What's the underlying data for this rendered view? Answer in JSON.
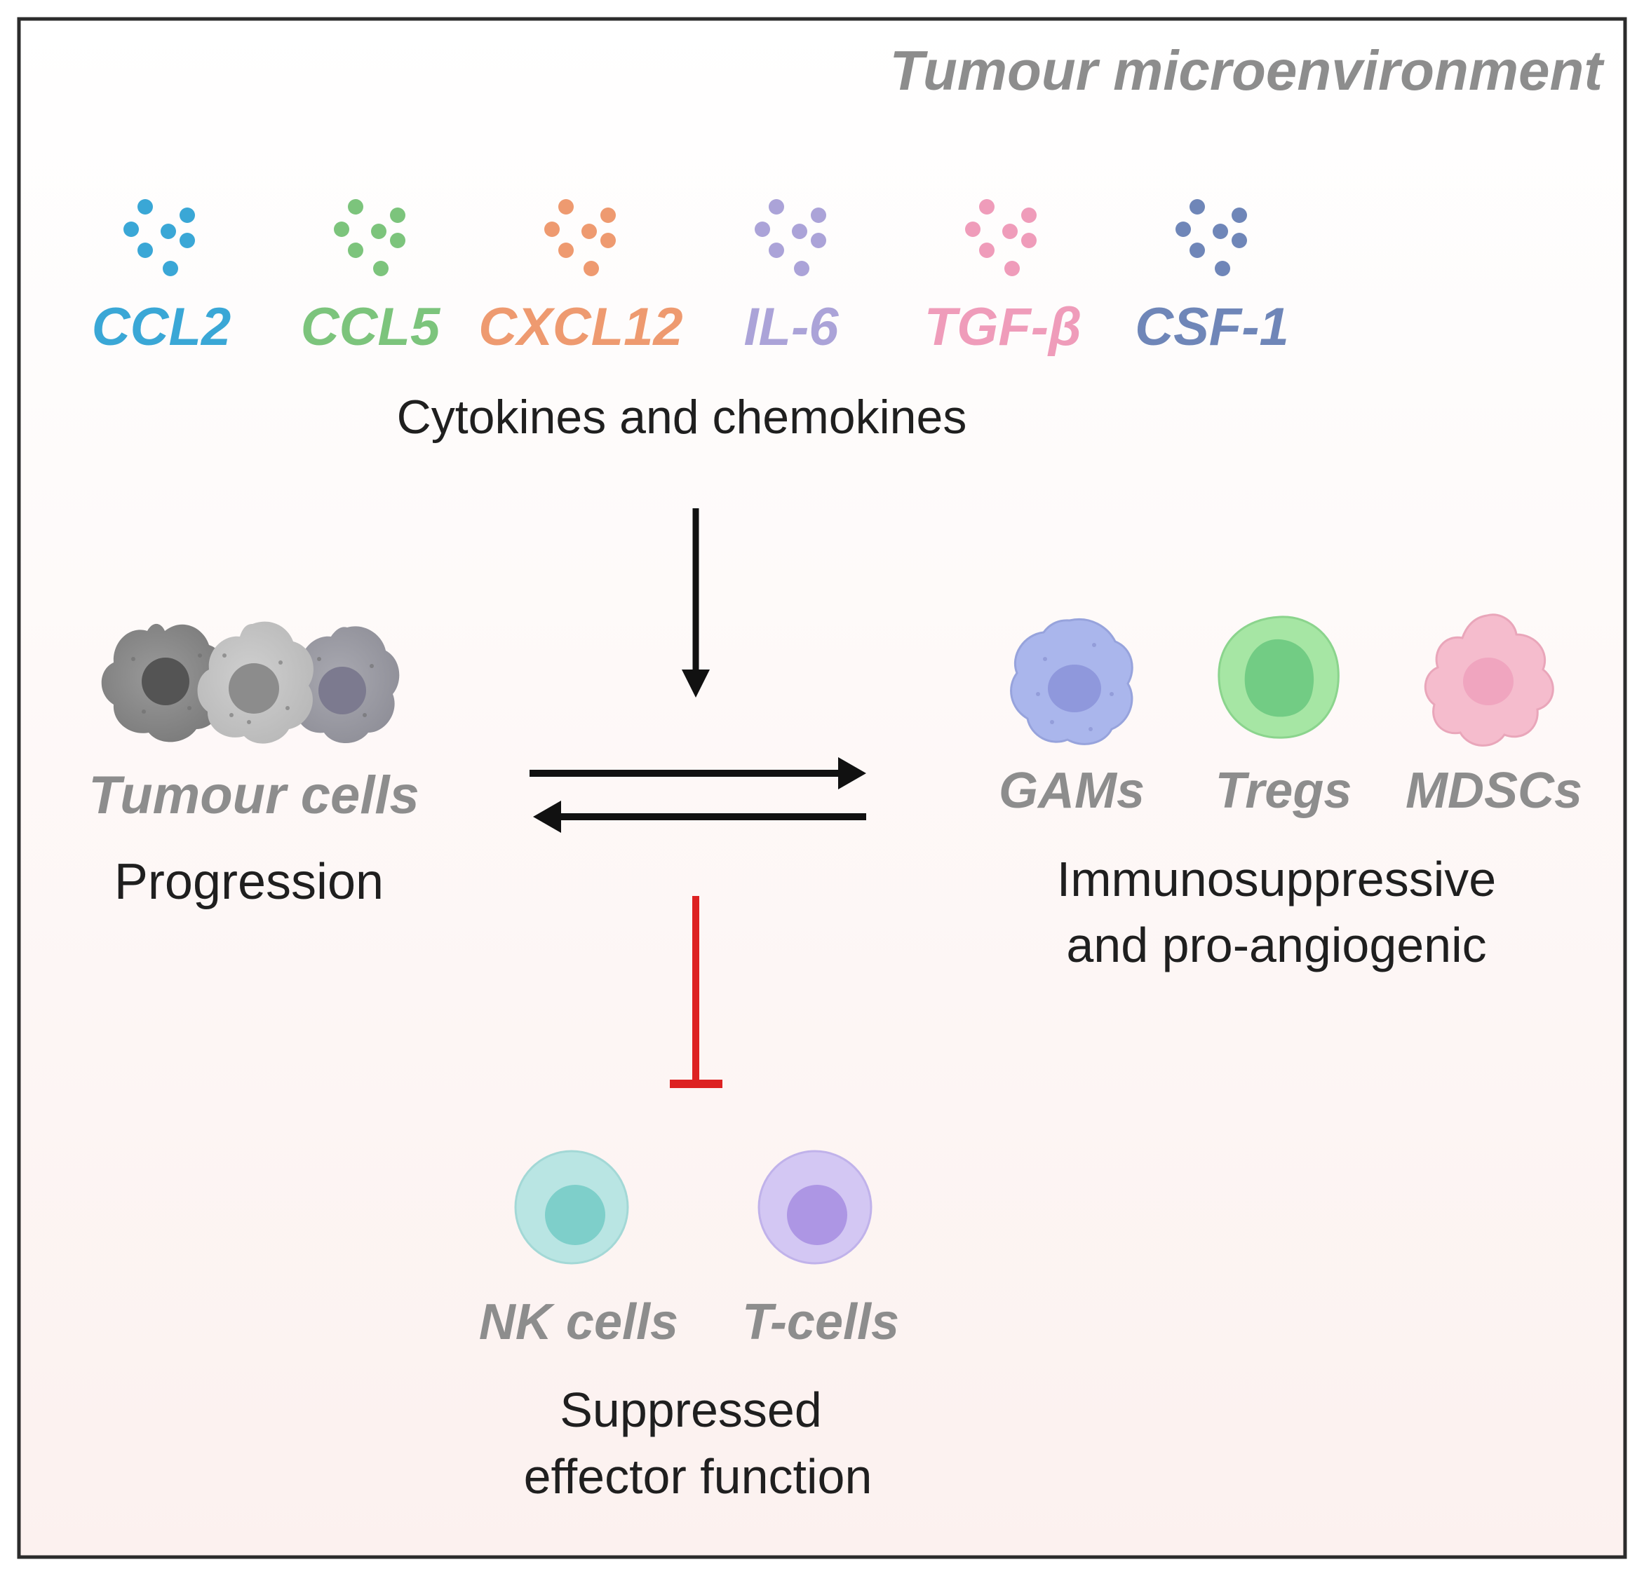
{
  "title": "Tumour microenvironment",
  "cytokines": {
    "items": [
      {
        "label": "CCL2",
        "color": "#3aa7d6"
      },
      {
        "label": "CCL5",
        "color": "#7cc47c"
      },
      {
        "label": "CXCL12",
        "color": "#ee9a70"
      },
      {
        "label": "IL-6",
        "color": "#aba3d8"
      },
      {
        "label": "TGF-β",
        "color": "#ef9cba"
      },
      {
        "label": "CSF-1",
        "color": "#6f86b8"
      }
    ],
    "caption": "Cytokines and chemokines"
  },
  "tumour": {
    "label": "Tumour cells",
    "caption": "Progression"
  },
  "immunosuppressive": {
    "cells": [
      {
        "label": "GAMs",
        "color": "#aab6ec",
        "nucleus": "#8f98dc"
      },
      {
        "label": "Tregs",
        "color": "#a6e6a4",
        "nucleus": "#72cc84"
      },
      {
        "label": "MDSCs",
        "color": "#f5bccd",
        "nucleus": "#f0a5bf"
      }
    ],
    "caption_line1": "Immunosuppressive",
    "caption_line2": "and pro-angiogenic"
  },
  "effector": {
    "cells": [
      {
        "label": "NK cells",
        "color": "#b9e5e3",
        "nucleus": "#7ecfca"
      },
      {
        "label": "T-cells",
        "color": "#d3c7f3",
        "nucleus": "#ad96e4"
      }
    ],
    "caption_line1": "Suppressed",
    "caption_line2": "effector function"
  },
  "colors": {
    "frame": "#2b2b2b",
    "label_gray": "#8d8d8d",
    "caption_text": "#1f1f1f",
    "arrow": "#111111",
    "inhibition": "#dd2222"
  }
}
